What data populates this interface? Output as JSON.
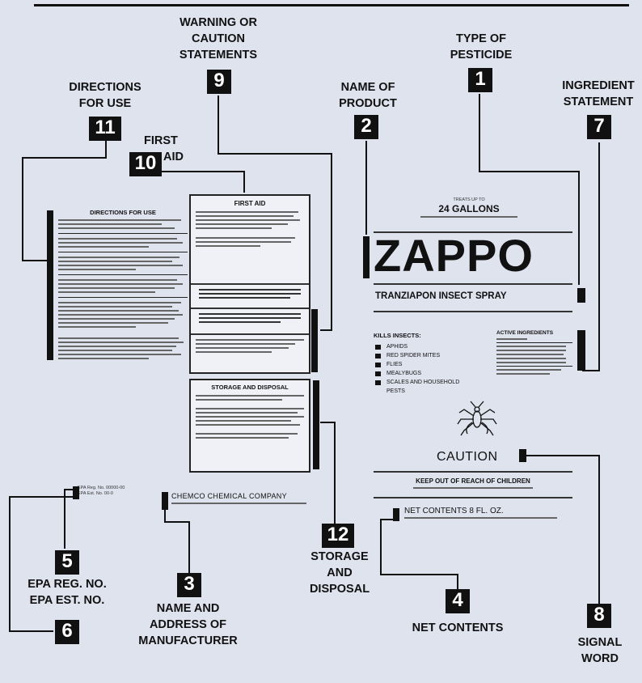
{
  "callouts": {
    "c1": {
      "title": [
        "TYPE OF",
        "PESTICIDE"
      ],
      "num": "1"
    },
    "c2": {
      "title": [
        "NAME OF",
        "PRODUCT"
      ],
      "num": "2"
    },
    "c3": {
      "title": [
        "NAME AND",
        "ADDRESS OF",
        "MANUFACTURER"
      ],
      "num": "3"
    },
    "c4": {
      "title": [
        "NET CONTENTS"
      ],
      "num": "4"
    },
    "c5": {
      "title": [
        "EPA REG. NO.",
        "EPA EST. NO."
      ],
      "num": "5"
    },
    "c6": {
      "num": "6"
    },
    "c7": {
      "title": [
        "INGREDIENT",
        "STATEMENT"
      ],
      "num": "7"
    },
    "c8": {
      "title": [
        "SIGNAL",
        "WORD"
      ],
      "num": "8"
    },
    "c9": {
      "title": [
        "WARNING OR",
        "CAUTION",
        "STATEMENTS"
      ],
      "num": "9"
    },
    "c10": {
      "title": [
        "FIRST",
        "AID"
      ],
      "num": "10"
    },
    "c11": {
      "title": [
        "DIRECTIONS",
        "FOR USE"
      ],
      "num": "11"
    },
    "c12": {
      "title": [
        "STORAGE",
        "AND",
        "DISPOSAL"
      ],
      "num": "12"
    }
  },
  "label": {
    "directions_title": "DIRECTIONS FOR USE",
    "first_aid_title": "FIRST AID",
    "storage_title": "STORAGE AND DISPOSAL",
    "treats_line1": "TREATS UP TO",
    "treats_big": "24 GALLONS",
    "product_name": "ZAPPO",
    "product_sub": "TRANZIAPON INSECT SPRAY",
    "kills_title": "KILLS INSECTS:",
    "kills_items": [
      "APHIDS",
      "RED SPIDER MITES",
      "FLIES",
      "MEALYBUGS",
      "SCALES AND HOUSEHOLD PESTS"
    ],
    "active_title": "ACTIVE INGREDIENTS",
    "signal_word": "CAUTION",
    "keep_out": "KEEP OUT OF REACH OF CHILDREN",
    "net_contents": "NET CONTENTS 8 FL. OZ.",
    "company": "CHEMCO CHEMICAL COMPANY",
    "epa_reg": "EPA Reg. No. 00000-00",
    "epa_est": "EPA Est. No. 00-0"
  },
  "colors": {
    "background": "#dfe3ee",
    "ink": "#111111"
  }
}
